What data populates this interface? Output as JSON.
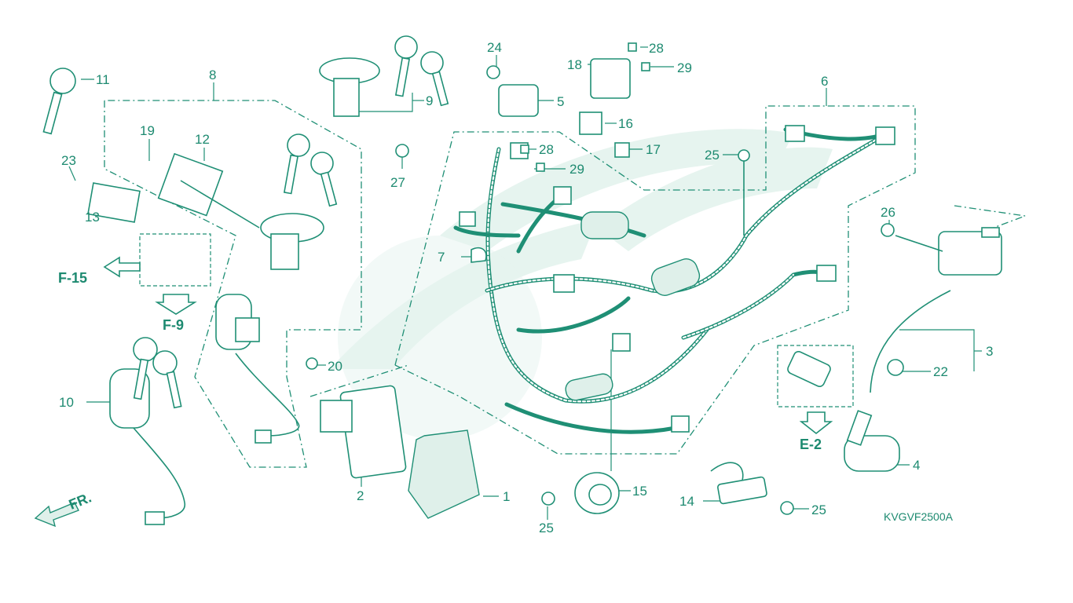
{
  "diagram": {
    "code": "KVGVF2500A",
    "direction_label": "FR.",
    "refs": {
      "f15": "F-15",
      "f9": "F-9",
      "e2": "E-2"
    },
    "callouts": {
      "c1": "1",
      "c2": "2",
      "c3": "3",
      "c4": "4",
      "c5": "5",
      "c6": "6",
      "c7": "7",
      "c8": "8",
      "c9": "9",
      "c10": "10",
      "c11": "11",
      "c12": "12",
      "c13": "13",
      "c14": "14",
      "c15": "15",
      "c16": "16",
      "c17": "17",
      "c18": "18",
      "c19": "19",
      "c20": "20",
      "c22": "22",
      "c23": "23",
      "c24": "24",
      "c25a": "25",
      "c25b": "25",
      "c25c": "25",
      "c26": "26",
      "c27": "27",
      "c28a": "28",
      "c28b": "28",
      "c29a": "29",
      "c29b": "29"
    },
    "colors": {
      "line": "#1f8f75",
      "text": "#1d8a70",
      "watermark": "#e6f4ef"
    }
  }
}
